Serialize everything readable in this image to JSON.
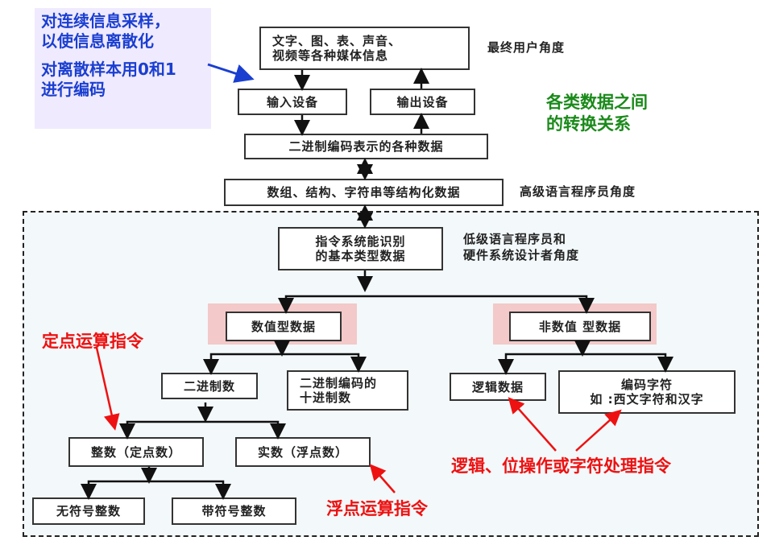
{
  "note": {
    "line1": "对连续信息采样，",
    "line2": "以使信息离散化",
    "line3": "对离散样本用0和1",
    "line4": "进行编码"
  },
  "boxes": {
    "media": [
      "文字、图、表、声音、",
      "视频等各种媒体信息"
    ],
    "input": "输入设备",
    "output": "输出设备",
    "binary_data": "二进制编码表示的各种数据",
    "structured": "数组、结构、字符串等结构化数据",
    "instruction_types": [
      "指令系统能识别",
      "的基本类型数据"
    ],
    "numeric": "数值型数据",
    "non_numeric": "非数值 型数据",
    "binary_number": "二进制数",
    "bcd": [
      "二进制编码的",
      "十进制数"
    ],
    "logical": "逻辑数据",
    "char": [
      "编码字符",
      "如 :西文字符和汉字"
    ],
    "integer": "整数（定点数）",
    "real": "实数（浮点数）",
    "unsigned": "无符号整数",
    "signed": "带符号整数"
  },
  "labels": {
    "end_user": "最终用户角度",
    "high_level": "高级语言程序员角度",
    "low_level": [
      "低级语言程序员和",
      "硬件系统设计者角度"
    ],
    "conversion": [
      "各类数据之间",
      "的转换关系"
    ],
    "fixed_point": "定点运算指令",
    "floating_point": "浮点运算指令",
    "logic_ops": "逻辑、位操作或字符处理指令"
  },
  "colors": {
    "blue": "#1a3fd0",
    "green": "#1a8a1a",
    "red": "#ee1111",
    "highlight": "#f3c9c9"
  }
}
